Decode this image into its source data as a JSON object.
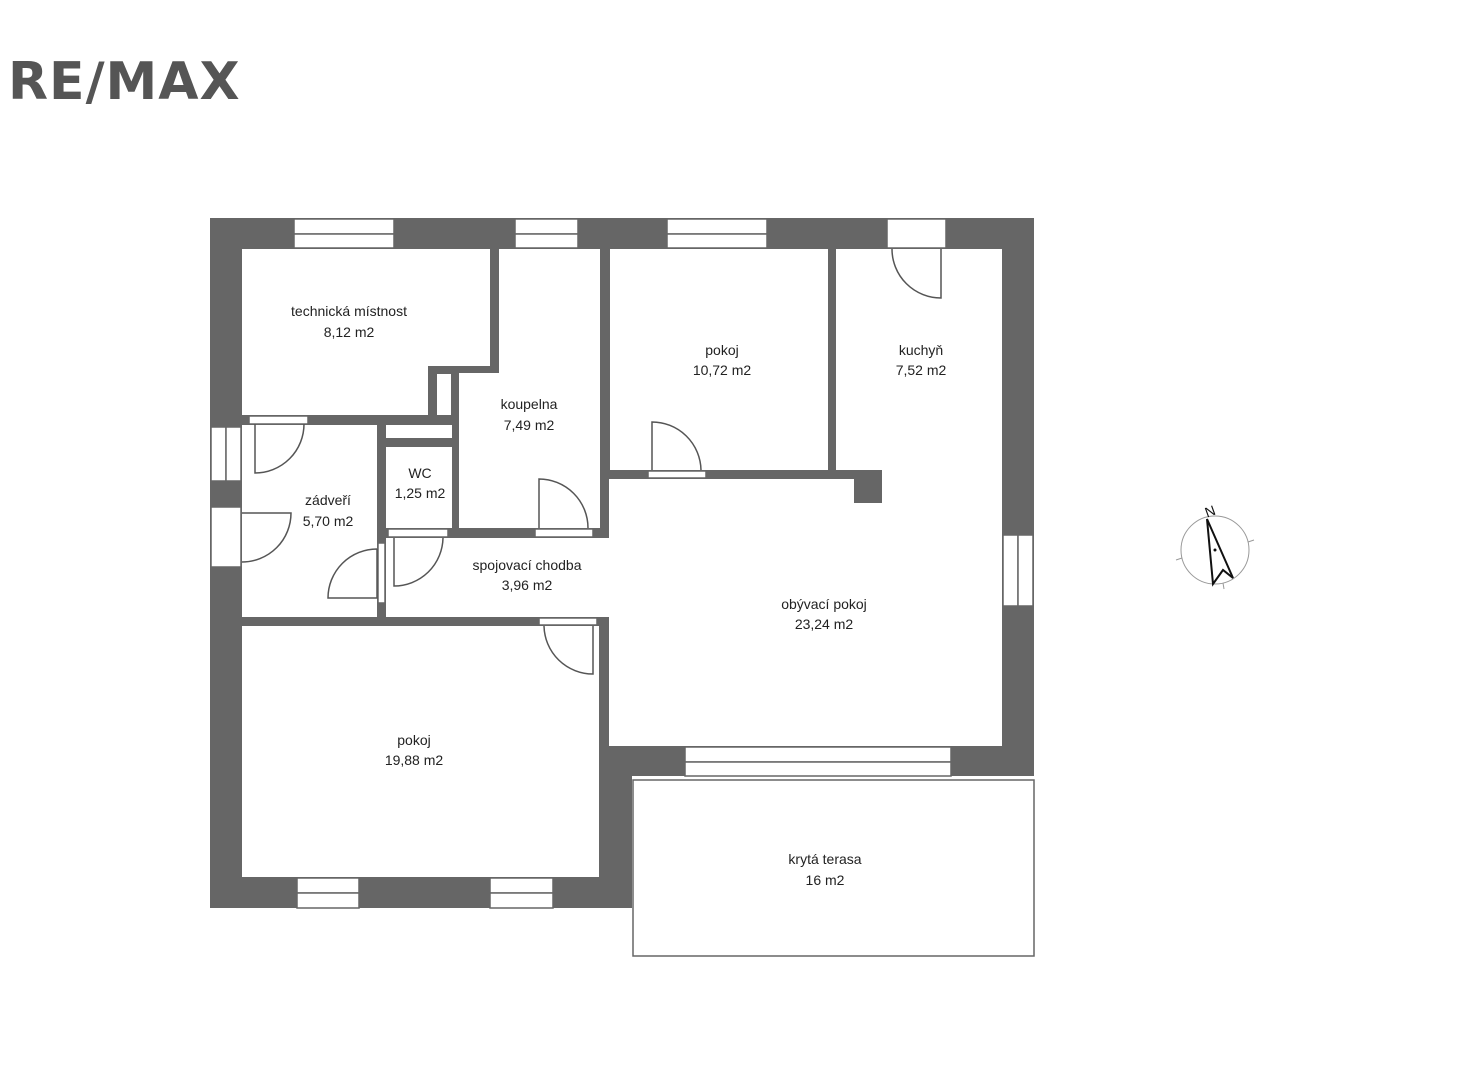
{
  "logo": "RE/MAX",
  "rooms": [
    {
      "name": "technická místnost",
      "area": "8,12 m2"
    },
    {
      "name": "koupelna",
      "area": "7,49 m2"
    },
    {
      "name": "pokoj",
      "area": "10,72 m2"
    },
    {
      "name": "kuchyň",
      "area": "7,52 m2"
    },
    {
      "name": "WC",
      "area": "1,25 m2"
    },
    {
      "name": "zádveří",
      "area": "5,70 m2"
    },
    {
      "name": "spojovací chodba",
      "area": "3,96 m2"
    },
    {
      "name": "obývací pokoj",
      "area": "23,24 m2"
    },
    {
      "name": "pokoj",
      "area": "19,88 m2"
    },
    {
      "name": "krytá terasa",
      "area": "16 m2"
    }
  ],
  "compass": {
    "label": "N"
  },
  "colors": {
    "wall": "#666666",
    "logo": "#555555"
  }
}
